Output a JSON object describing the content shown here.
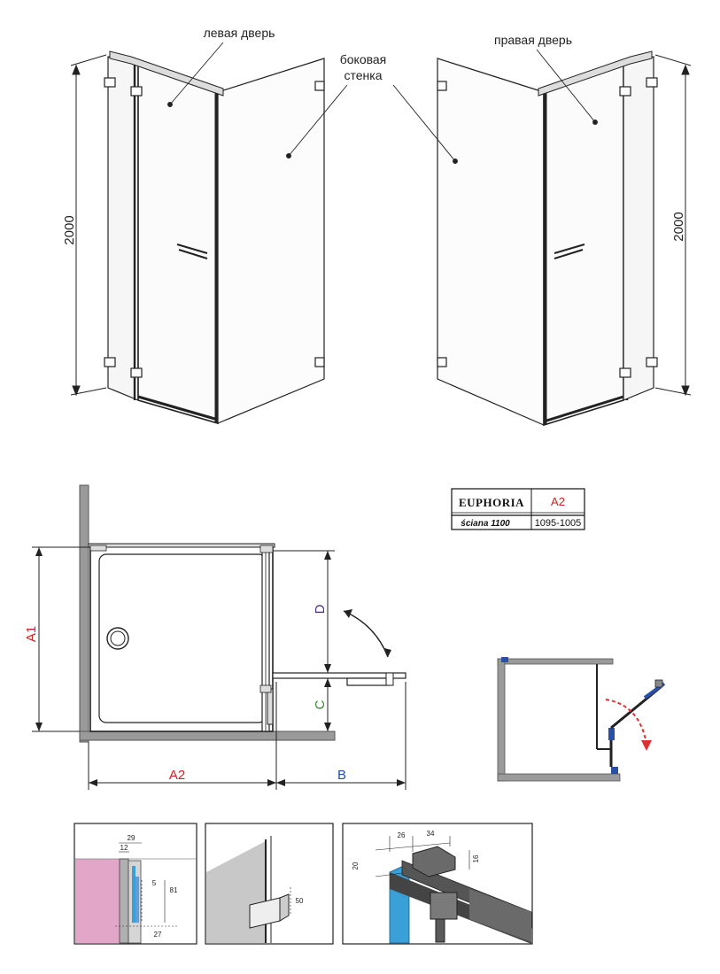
{
  "labels": {
    "left_door": "левая дверь",
    "side_wall_line1": "боковая",
    "side_wall_line2": "стенка",
    "right_door": "правая дверь"
  },
  "dimensions": {
    "height_left": "2000",
    "height_right": "2000",
    "A1": "A1",
    "A2": "A2",
    "B": "B",
    "C": "C",
    "D": "D"
  },
  "spec_table": {
    "model": "EUPHORIA",
    "model_code": "A2",
    "wall_label": "ściana 1100",
    "wall_range": "1095-1005"
  },
  "details": {
    "d1": [
      "29",
      "12",
      "5",
      "81",
      "27"
    ],
    "d2": [
      "50"
    ],
    "d3": [
      "26",
      "34",
      "20",
      "16"
    ]
  },
  "colors": {
    "dim_red": "#d42020",
    "dim_blue": "#1f4f9a",
    "dim_green": "#2f8a2f",
    "dim_purple": "#4b2f8a",
    "wall_gray": "#9a9a9a",
    "glass_blue": "#3aa0d8",
    "wall_pink": "#e2a6c8",
    "arrow_red": "#e03030"
  }
}
